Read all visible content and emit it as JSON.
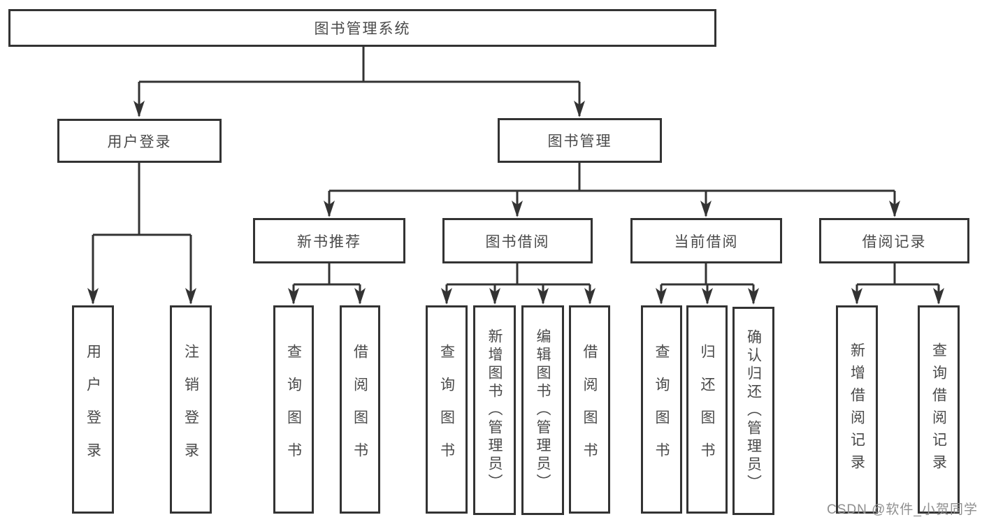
{
  "tree": {
    "root": {
      "label": "图书管理系统",
      "children": [
        {
          "label": "用户登录",
          "children": [
            {
              "label": "用户登录"
            },
            {
              "label": "注销登录"
            }
          ]
        },
        {
          "label": "图书管理",
          "children": [
            {
              "label": "新书推荐",
              "children": [
                {
                  "label": "查询图书"
                },
                {
                  "label": "借阅图书"
                }
              ]
            },
            {
              "label": "图书借阅",
              "children": [
                {
                  "label": "查询图书"
                },
                {
                  "label": "新增图书（管理员）"
                },
                {
                  "label": "编辑图书（管理员）"
                },
                {
                  "label": "借阅图书"
                }
              ]
            },
            {
              "label": "当前借阅",
              "children": [
                {
                  "label": "查询图书"
                },
                {
                  "label": "归还图书"
                },
                {
                  "label": "确认归还（管理员）"
                }
              ]
            },
            {
              "label": "借阅记录",
              "children": [
                {
                  "label": "新增借阅记录"
                },
                {
                  "label": "查询借阅记录"
                }
              ]
            }
          ]
        }
      ]
    }
  },
  "watermark": "CSDN @软件_小贺同学",
  "colors": {
    "line": "#333333",
    "box_border": "#333333",
    "text": "#4a4a4a",
    "watermark": "#8f8f8f",
    "background": "#ffffff"
  }
}
